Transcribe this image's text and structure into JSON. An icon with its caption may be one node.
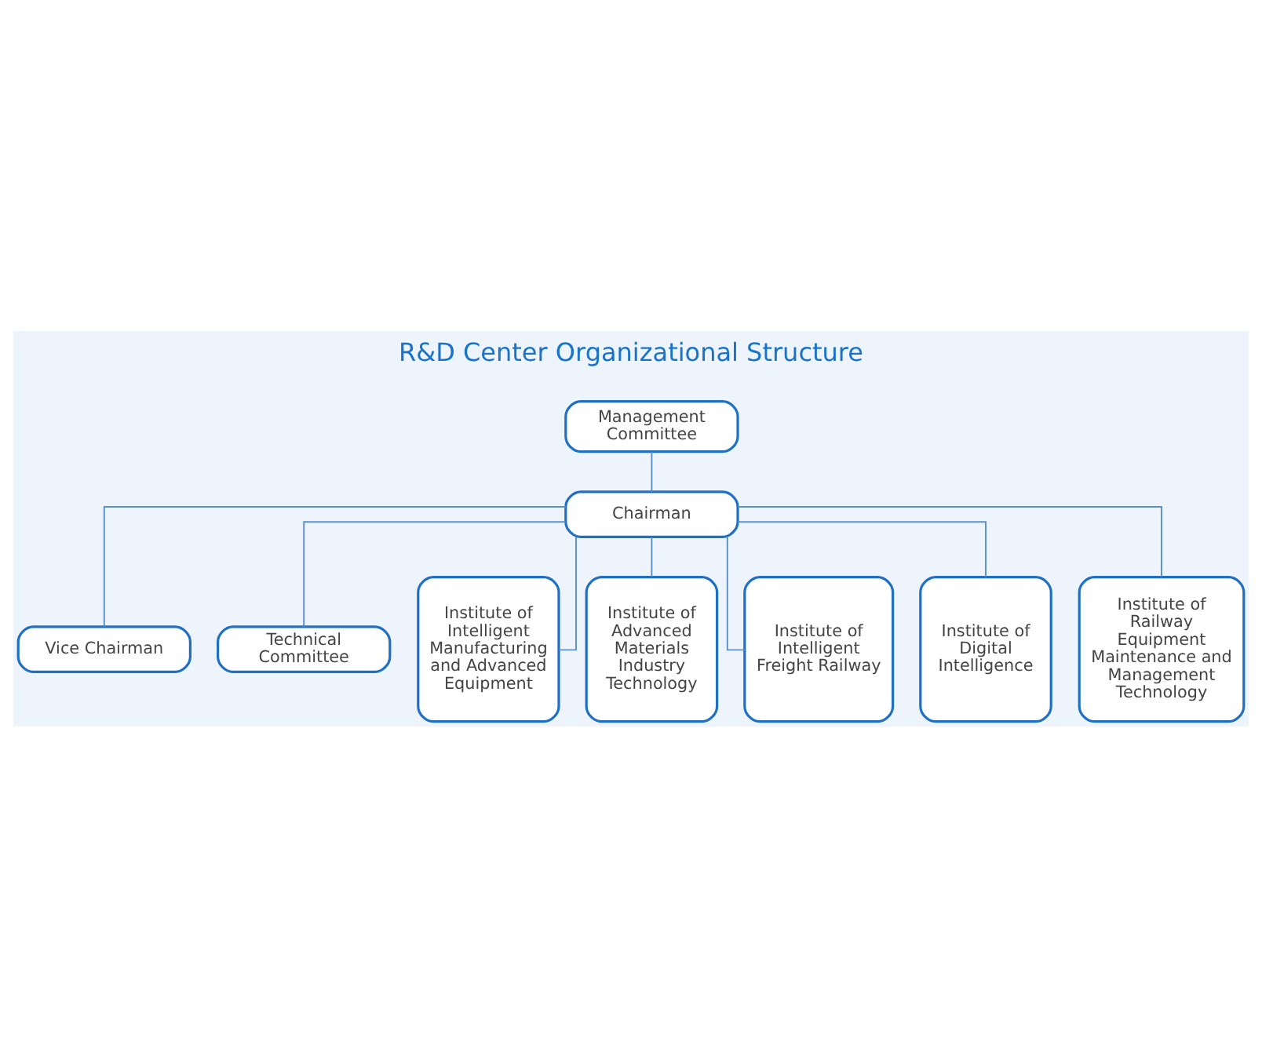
{
  "diagram": {
    "title": "R&D Center Organizational Structure",
    "nodes": [
      {
        "text": [
          "Management Committee"
        ]
      },
      {
        "text": [
          "Chairman"
        ]
      },
      {
        "text": [
          "Vice Chairman"
        ]
      },
      {
        "text": [
          "Technical Committee"
        ]
      },
      {
        "text": [
          "Institute of Intelligent Manufacturing and Advanced Equipment"
        ]
      },
      {
        "text": [
          "Institute of Advanced Materials Industry Technology"
        ]
      },
      {
        "text": [
          "Institute of Intelligent Freight Railway"
        ]
      },
      {
        "text": [
          "Institute of Digital Intelligence"
        ]
      },
      {
        "text": [
          "Institute of Railway Equipment Maintenance and Management Technology"
        ]
      }
    ],
    "edges": [
      {
        "from": 0,
        "to": 1,
        "arrow": "none"
      },
      {
        "from": 1,
        "to": 2,
        "arrow": "none"
      },
      {
        "from": 1,
        "to": 3,
        "arrow": "none"
      },
      {
        "from": 1,
        "to": 4,
        "arrow": "none"
      },
      {
        "from": 1,
        "to": 5,
        "arrow": "none"
      },
      {
        "from": 1,
        "to": 6,
        "arrow": "none"
      },
      {
        "from": 1,
        "to": 7,
        "arrow": "none"
      },
      {
        "from": 1,
        "to": 8,
        "arrow": "none"
      }
    ]
  }
}
